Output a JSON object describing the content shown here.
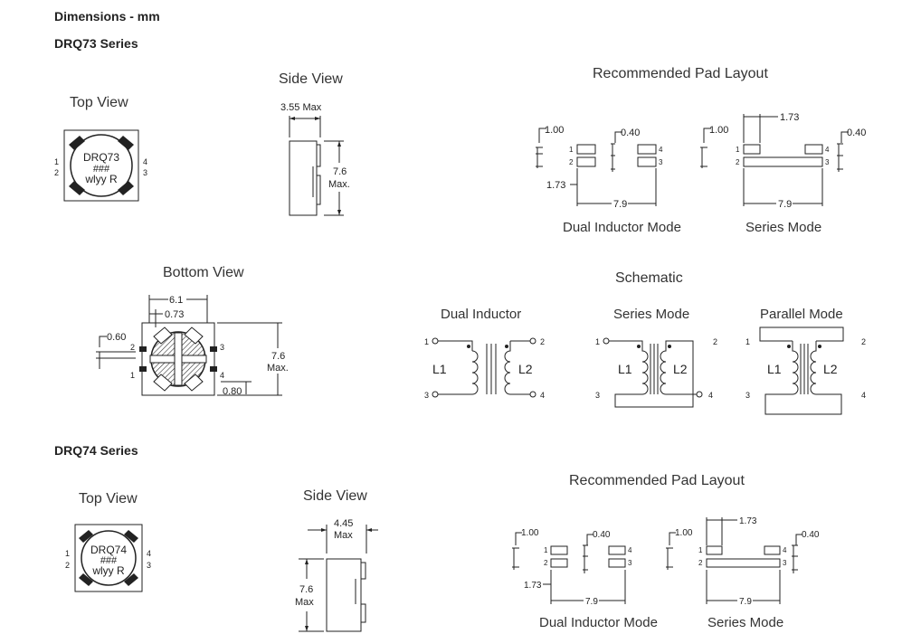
{
  "header": {
    "title": "Dimensions - mm"
  },
  "drq73": {
    "series_title": "DRQ73 Series",
    "top_view": {
      "label": "Top View",
      "marking": [
        "DRQ73",
        "###",
        "wlyy R"
      ],
      "pins": [
        "1",
        "2",
        "4",
        "3"
      ]
    },
    "side_view": {
      "label": "Side View",
      "width_dim": "3.55 Max",
      "height_dim": "7.6",
      "height_max": "Max."
    },
    "bottom_view": {
      "label": "Bottom View",
      "dim_a": "6.1",
      "dim_b": "0.73",
      "dim_c": "0.60",
      "dim_d": "7.6",
      "dim_d_max": "Max.",
      "dim_e": "0.80",
      "pins": [
        "2",
        "1",
        "3",
        "4"
      ]
    },
    "pad_layout": {
      "title": "Recommended Pad Layout",
      "dual": {
        "label": "Dual Inductor Mode",
        "d1": "1.00",
        "d2": "0.40",
        "d3": "1.73",
        "d4": "7.9",
        "pins": [
          "1",
          "2",
          "4",
          "3"
        ]
      },
      "series": {
        "label": "Series Mode",
        "d1": "1.00",
        "d2": "1.73",
        "d3": "0.40",
        "d4": "7.9",
        "pins": [
          "1",
          "2",
          "4",
          "3"
        ]
      }
    },
    "schematic": {
      "title": "Schematic",
      "dual": {
        "label": "Dual  Inductor",
        "l1": "L1",
        "l2": "L2",
        "pins": [
          "1",
          "2",
          "3",
          "4"
        ]
      },
      "series": {
        "label": "Series Mode",
        "l1": "L1",
        "l2": "L2",
        "pins": [
          "1",
          "2",
          "3",
          "4"
        ]
      },
      "parallel": {
        "label": "Parallel Mode",
        "l1": "L1",
        "l2": "L2",
        "pins": [
          "1",
          "2",
          "3",
          "4"
        ]
      }
    }
  },
  "drq74": {
    "series_title": "DRQ74 Series",
    "top_view": {
      "label": "Top View",
      "marking": [
        "DRQ74",
        "###",
        "wlyy R"
      ],
      "pins": [
        "1",
        "2",
        "4",
        "3"
      ]
    },
    "side_view": {
      "label": "Side View",
      "width_dim": "4.45",
      "width_max": "Max",
      "height_dim": "7.6",
      "height_max": "Max"
    },
    "pad_layout": {
      "title": "Recommended Pad Layout",
      "dual": {
        "label": "Dual Inductor Mode",
        "d1": "1.00",
        "d2": "0.40",
        "d3": "1.73",
        "d4": "7.9",
        "pins": [
          "1",
          "2",
          "4",
          "3"
        ]
      },
      "series": {
        "label": "Series Mode",
        "d1": "1.00",
        "d2": "1.73",
        "d3": "0.40",
        "d4": "7.9",
        "pins": [
          "1",
          "2",
          "4",
          "3"
        ]
      }
    }
  }
}
